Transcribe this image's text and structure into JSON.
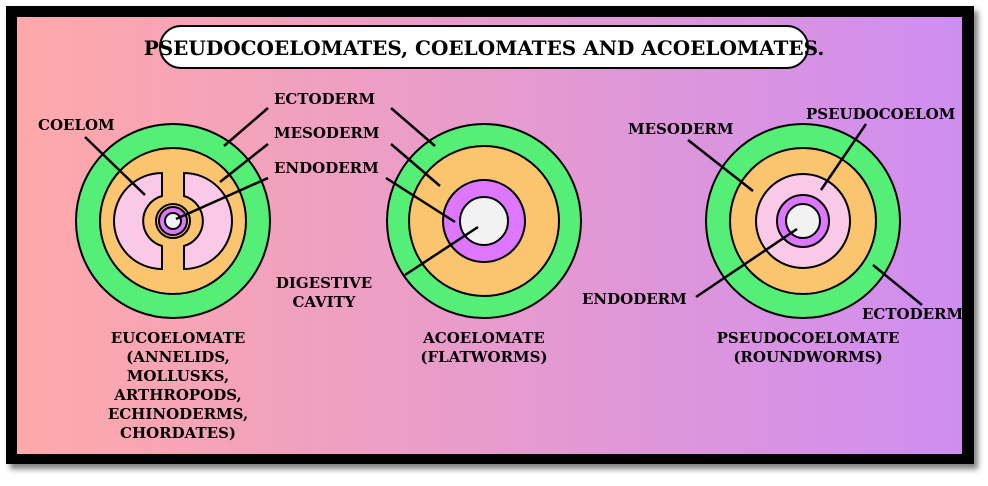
{
  "title": "PSEUDOCOELOMATES, COELOMATES AND ACOELOMATES.",
  "colors": {
    "ectoderm": "#55ee77",
    "mesoderm": "#fbc56f",
    "coelom": "#fbc9e8",
    "endoderm": "#dd77ff",
    "digestive_cavity": "#f2f2f2",
    "background_left": "#ffa9a9",
    "background_right": "#cf8df1"
  },
  "diagrams": {
    "eucoelomate": {
      "labels": {
        "coelom": "COELOM",
        "ectoderm": "ECTODERM",
        "mesoderm": "MESODERM",
        "endoderm": "ENDODERM"
      },
      "caption": [
        "EUCOELOMATE",
        "(ANNELIDS,",
        "MOLLUSKS,",
        "ARTHROPODS,",
        "ECHINODERMS,",
        "CHORDATES)"
      ]
    },
    "acoelomate": {
      "labels": {
        "digestive_cavity": [
          "DIGESTIVE",
          "CAVITY"
        ]
      },
      "caption": [
        "ACOELOMATE",
        "(FLATWORMS)"
      ]
    },
    "pseudocoelomate": {
      "labels": {
        "mesoderm": "MESODERM",
        "pseudocoelom": "PSEUDOCOELOM",
        "endoderm": "ENDODERM",
        "ectoderm": "ECTODERM"
      },
      "caption": [
        "PSEUDOCOELOMATE",
        "(ROUNDWORMS)"
      ]
    }
  }
}
